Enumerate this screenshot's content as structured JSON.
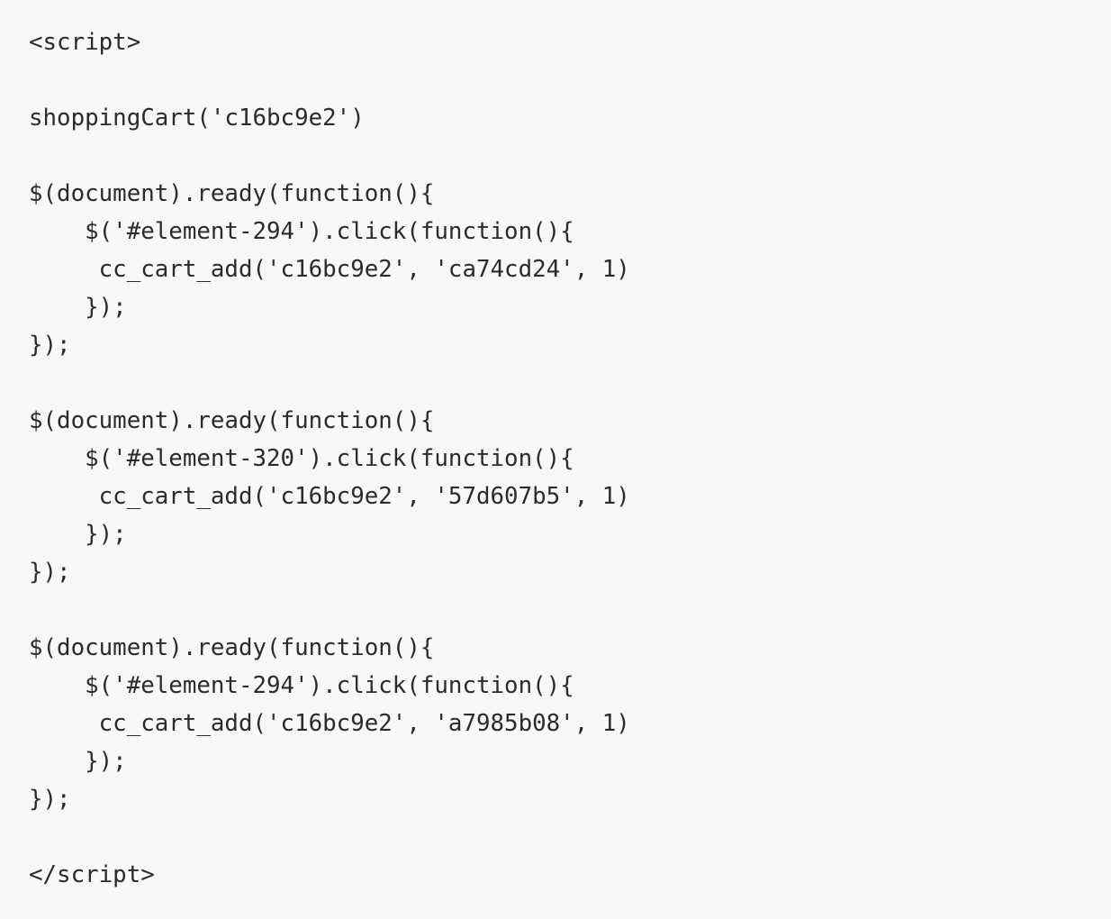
{
  "code_block": {
    "lines": [
      "<script>",
      "",
      "shoppingCart('c16bc9e2')",
      "",
      "$(document).ready(function(){",
      "    $('#element-294').click(function(){",
      "     cc_cart_add('c16bc9e2', 'ca74cd24', 1)",
      "    });",
      "});",
      "",
      "$(document).ready(function(){",
      "    $('#element-320').click(function(){",
      "     cc_cart_add('c16bc9e2', '57d607b5', 1)",
      "    });",
      "});",
      "",
      "$(document).ready(function(){",
      "    $('#element-294').click(function(){",
      "     cc_cart_add('c16bc9e2', 'a7985b08', 1)",
      "    });",
      "});",
      "",
      "</script>"
    ]
  }
}
